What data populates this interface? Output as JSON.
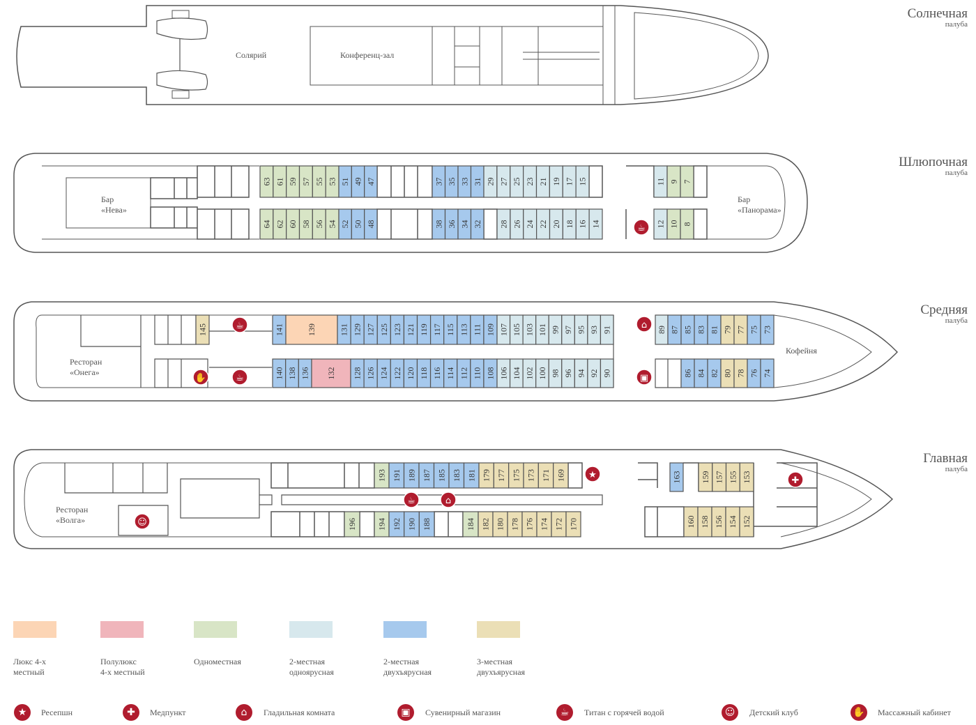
{
  "decks": [
    {
      "name": "Солнечная",
      "sub": "палуба",
      "rooms": [
        "Солярий",
        "Конференц-зал"
      ]
    },
    {
      "name": "Шлюпочная",
      "sub": "палуба",
      "rooms": [
        "Бар",
        "«Нева»",
        "Бар",
        "«Панорама»"
      ]
    },
    {
      "name": "Средняя",
      "sub": "палуба",
      "rooms": [
        "Ресторан",
        "«Онега»",
        "Кофейня"
      ]
    },
    {
      "name": "Главная",
      "sub": "палуба",
      "rooms": [
        "Ресторан",
        "«Волга»"
      ]
    }
  ],
  "cabin_types": {
    "lux": {
      "label": "Люкс 4-х местный",
      "color": "#fcd5b5"
    },
    "semilux": {
      "label": "Полулюкс 4-х местный",
      "color": "#f0b5bb"
    },
    "single": {
      "label": "Одноместная",
      "color": "#d8e5c6"
    },
    "twin_single": {
      "label": "2-местная одноярусная",
      "color": "#d7e8ed"
    },
    "twin_bunk": {
      "label": "2-местная двухъярусная",
      "color": "#a6c9ed"
    },
    "triple": {
      "label": "3-местная двухъярусная",
      "color": "#ebdfb6"
    }
  },
  "legend_types": [
    "lux",
    "semilux",
    "single",
    "twin_single",
    "twin_bunk",
    "triple"
  ],
  "legend_labels": [
    [
      "Люкс 4-х",
      "местный"
    ],
    [
      "Полулюкс",
      "4-х местный"
    ],
    [
      "Одноместная",
      ""
    ],
    [
      "2-местная",
      "одноярусная"
    ],
    [
      "2-местная",
      "двухъярусная"
    ],
    [
      "3-местная",
      "двухъярусная"
    ]
  ],
  "icons": [
    {
      "name": "reception-icon",
      "glyph": "★",
      "label": "Ресепшн"
    },
    {
      "name": "medical-icon",
      "glyph": "✚",
      "label": "Медпункт"
    },
    {
      "name": "iron-icon",
      "glyph": "⌂",
      "label": "Гладильная комната"
    },
    {
      "name": "gift-icon",
      "glyph": "▣",
      "label": "Сувенирный магазин"
    },
    {
      "name": "cup-icon",
      "glyph": "☕",
      "label": "Титан с горячей водой"
    },
    {
      "name": "kids-club-icon",
      "glyph": "☺",
      "label": "Детский клуб"
    },
    {
      "name": "massage-icon",
      "glyph": "✋",
      "label": "Массажный кабинет"
    }
  ],
  "accent_color": "#b01c2e",
  "segments": [
    {
      "type": "single",
      "nums": [
        63,
        61,
        59,
        57,
        55,
        53
      ]
    },
    {
      "type": "twin_bunk",
      "nums": [
        51,
        49,
        47
      ]
    },
    {
      "type": "twin_bunk",
      "nums": [
        37,
        35,
        33,
        31
      ]
    },
    {
      "type": "twin_single",
      "nums": [
        29,
        27,
        25,
        23,
        21,
        19,
        17,
        15
      ]
    },
    {
      "type": "twin_single",
      "nums": [
        11
      ]
    },
    {
      "type": "single",
      "nums": [
        9,
        7
      ]
    },
    {
      "type": "single",
      "nums": [
        64,
        62,
        60,
        58,
        56,
        54
      ]
    },
    {
      "type": "twin_bunk",
      "nums": [
        52,
        50,
        48
      ]
    },
    {
      "type": "twin_bunk",
      "nums": [
        38,
        36,
        34,
        32
      ]
    },
    {
      "type": "twin_single",
      "nums": [
        28,
        26,
        24,
        22,
        20,
        18,
        16,
        14
      ]
    },
    {
      "type": "twin_single",
      "nums": [
        12
      ]
    },
    {
      "type": "single",
      "nums": [
        10,
        8
      ]
    },
    {
      "type": "triple",
      "nums": [
        145
      ]
    },
    {
      "type": "twin_bunk",
      "nums": [
        141
      ]
    },
    {
      "type": "lux",
      "nums": [
        139
      ]
    },
    {
      "type": "twin_bunk",
      "nums": [
        131,
        129,
        127,
        125,
        123,
        121,
        119,
        117,
        115,
        113,
        111,
        109
      ]
    },
    {
      "type": "twin_single",
      "nums": [
        107,
        105,
        103,
        101,
        99,
        97,
        95,
        93,
        91
      ]
    },
    {
      "type": "twin_single",
      "nums": [
        89
      ]
    },
    {
      "type": "twin_bunk",
      "nums": [
        87,
        85,
        83,
        81
      ]
    },
    {
      "type": "triple",
      "nums": [
        79,
        77
      ]
    },
    {
      "type": "twin_bunk",
      "nums": [
        75,
        73
      ]
    },
    {
      "type": "twin_bunk",
      "nums": [
        140,
        138,
        136
      ]
    },
    {
      "type": "semilux",
      "nums": [
        132
      ]
    },
    {
      "type": "twin_bunk",
      "nums": [
        128,
        126,
        124,
        122,
        120,
        118,
        116,
        114,
        112,
        110,
        108
      ]
    },
    {
      "type": "twin_single",
      "nums": [
        106,
        104,
        102,
        100,
        98,
        96,
        94,
        92,
        90
      ]
    },
    {
      "type": "twin_bunk",
      "nums": [
        86,
        84,
        82
      ]
    },
    {
      "type": "triple",
      "nums": [
        80,
        78
      ]
    },
    {
      "type": "twin_bunk",
      "nums": [
        76,
        74
      ]
    },
    {
      "type": "single",
      "nums": [
        193
      ]
    },
    {
      "type": "twin_bunk",
      "nums": [
        191,
        189,
        187,
        185,
        183,
        181
      ]
    },
    {
      "type": "triple",
      "nums": [
        179,
        177,
        175,
        173,
        171,
        169
      ]
    },
    {
      "type": "twin_bunk",
      "nums": [
        163
      ]
    },
    {
      "type": "triple",
      "nums": [
        159,
        157,
        155,
        153
      ]
    },
    {
      "type": "single",
      "nums": [
        196
      ]
    },
    {
      "type": "single",
      "nums": [
        194
      ]
    },
    {
      "type": "twin_bunk",
      "nums": [
        192,
        190,
        188
      ]
    },
    {
      "type": "single",
      "nums": [
        184
      ]
    },
    {
      "type": "triple",
      "nums": [
        182,
        180,
        178,
        176,
        174,
        172,
        170
      ]
    },
    {
      "type": "triple",
      "nums": [
        160,
        158,
        156,
        154,
        152
      ]
    }
  ]
}
